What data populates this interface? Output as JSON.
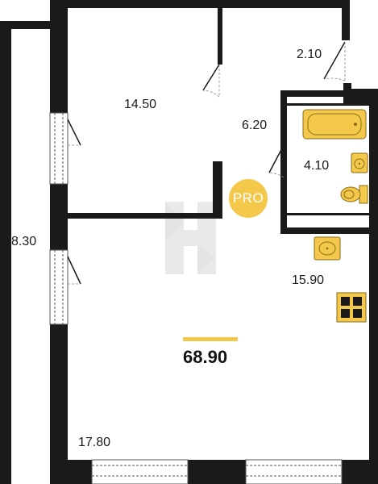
{
  "plan": {
    "total_area": "68.90",
    "badge_text": "PRO",
    "rooms": {
      "balcony": "8.30",
      "bedroom": "14.50",
      "hall": "6.20",
      "storage": "2.10",
      "bathroom": "4.10",
      "kitchen": "15.90",
      "living": "17.80"
    }
  },
  "colors": {
    "wall": "#1a1a1a",
    "fixture": "#f4c84a",
    "fixture_stroke": "#8a6d1a",
    "accent_bar": "#f4c84a",
    "watermark": "#8c8c8c"
  }
}
